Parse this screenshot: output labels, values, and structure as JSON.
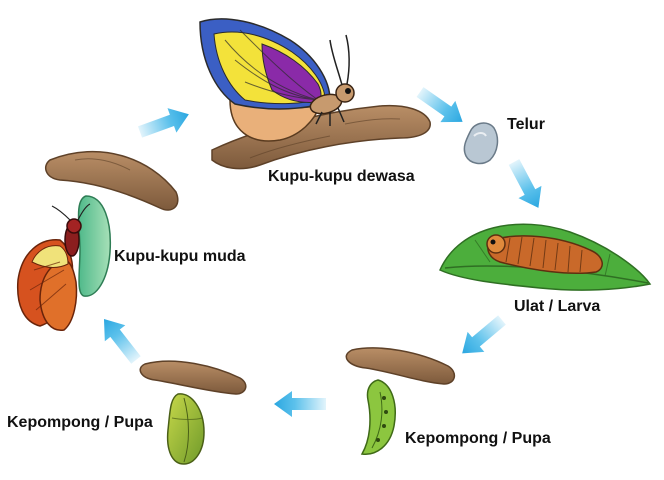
{
  "stages": {
    "adult": "Kupu-kupu dewasa",
    "egg": "Telur",
    "larva": "Ulat / Larva",
    "pupa_right": "Kepompong / Pupa",
    "pupa_left": "Kepompong / Pupa",
    "young": "Kupu-kupu muda"
  },
  "colors": {
    "arrow": "#3fb6e8",
    "branch": "#9b7350",
    "branch_dark": "#5e4128",
    "leaf": "#4cae3c",
    "caterpillar": "#c9692a",
    "egg": "#b9c7d3",
    "wing_yellow": "#f3e23a",
    "wing_purple": "#8a2aa8",
    "wing_blue": "#3b5fc4",
    "young_wing": "#d6521f",
    "pupa_green": "#8cc63f"
  },
  "icons": {
    "adult": "butterfly-icon",
    "egg": "egg-icon",
    "larva": "caterpillar-icon",
    "pupa": "chrysalis-icon",
    "young": "emerging-butterfly-icon",
    "arrow": "cycle-arrow-icon"
  }
}
